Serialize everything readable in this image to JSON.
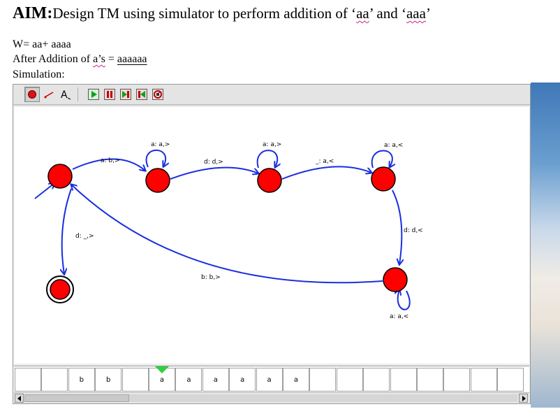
{
  "document": {
    "aim_label": "AIM:",
    "aim_text": "Design TM using simulator to perform addition of ‘",
    "aim_aa": "aa",
    "aim_mid": "’ and ‘",
    "aim_aaa": "aaa",
    "aim_end": "’",
    "w_line": "W=  aa+ aaaa",
    "after_prefix": "After Addition of ",
    "after_as": "a’s",
    "after_eq": " =  ",
    "after_result": "aaaaaa",
    "simulation_label": "Simulation:"
  },
  "toolbar": {
    "tools": [
      "state-tool",
      "transition-tool",
      "label-tool",
      "run",
      "pause",
      "step",
      "reset",
      "stop"
    ]
  },
  "diagram": {
    "transitions": [
      {
        "from": "q0",
        "to": "q1",
        "label": "a: b,>"
      },
      {
        "from": "q1",
        "to": "q1",
        "label": "a: a,>"
      },
      {
        "from": "q1",
        "to": "q2",
        "label": "d: d,>"
      },
      {
        "from": "q2",
        "to": "q2",
        "label": "a: a,>"
      },
      {
        "from": "q2",
        "to": "q3",
        "label": "_: a,<"
      },
      {
        "from": "q3",
        "to": "q3",
        "label": "a: a,<"
      },
      {
        "from": "q3",
        "to": "q4",
        "label": "d: d,<"
      },
      {
        "from": "q4",
        "to": "q4",
        "label": "a: a,<"
      },
      {
        "from": "q4",
        "to": "q0",
        "label": "b: b,>"
      },
      {
        "from": "q0",
        "to": "qf",
        "label": "d: _,>"
      }
    ],
    "state_color": "#ff0000",
    "arc_color": "#1a2ee0"
  },
  "tape": {
    "cells": [
      "",
      "",
      "b",
      "b",
      "",
      "a",
      "a",
      "a",
      "a",
      "a",
      "a",
      "",
      "",
      "",
      "",
      "",
      "",
      "",
      ""
    ],
    "head_index": 5,
    "head_color": "#2fcf3f"
  }
}
